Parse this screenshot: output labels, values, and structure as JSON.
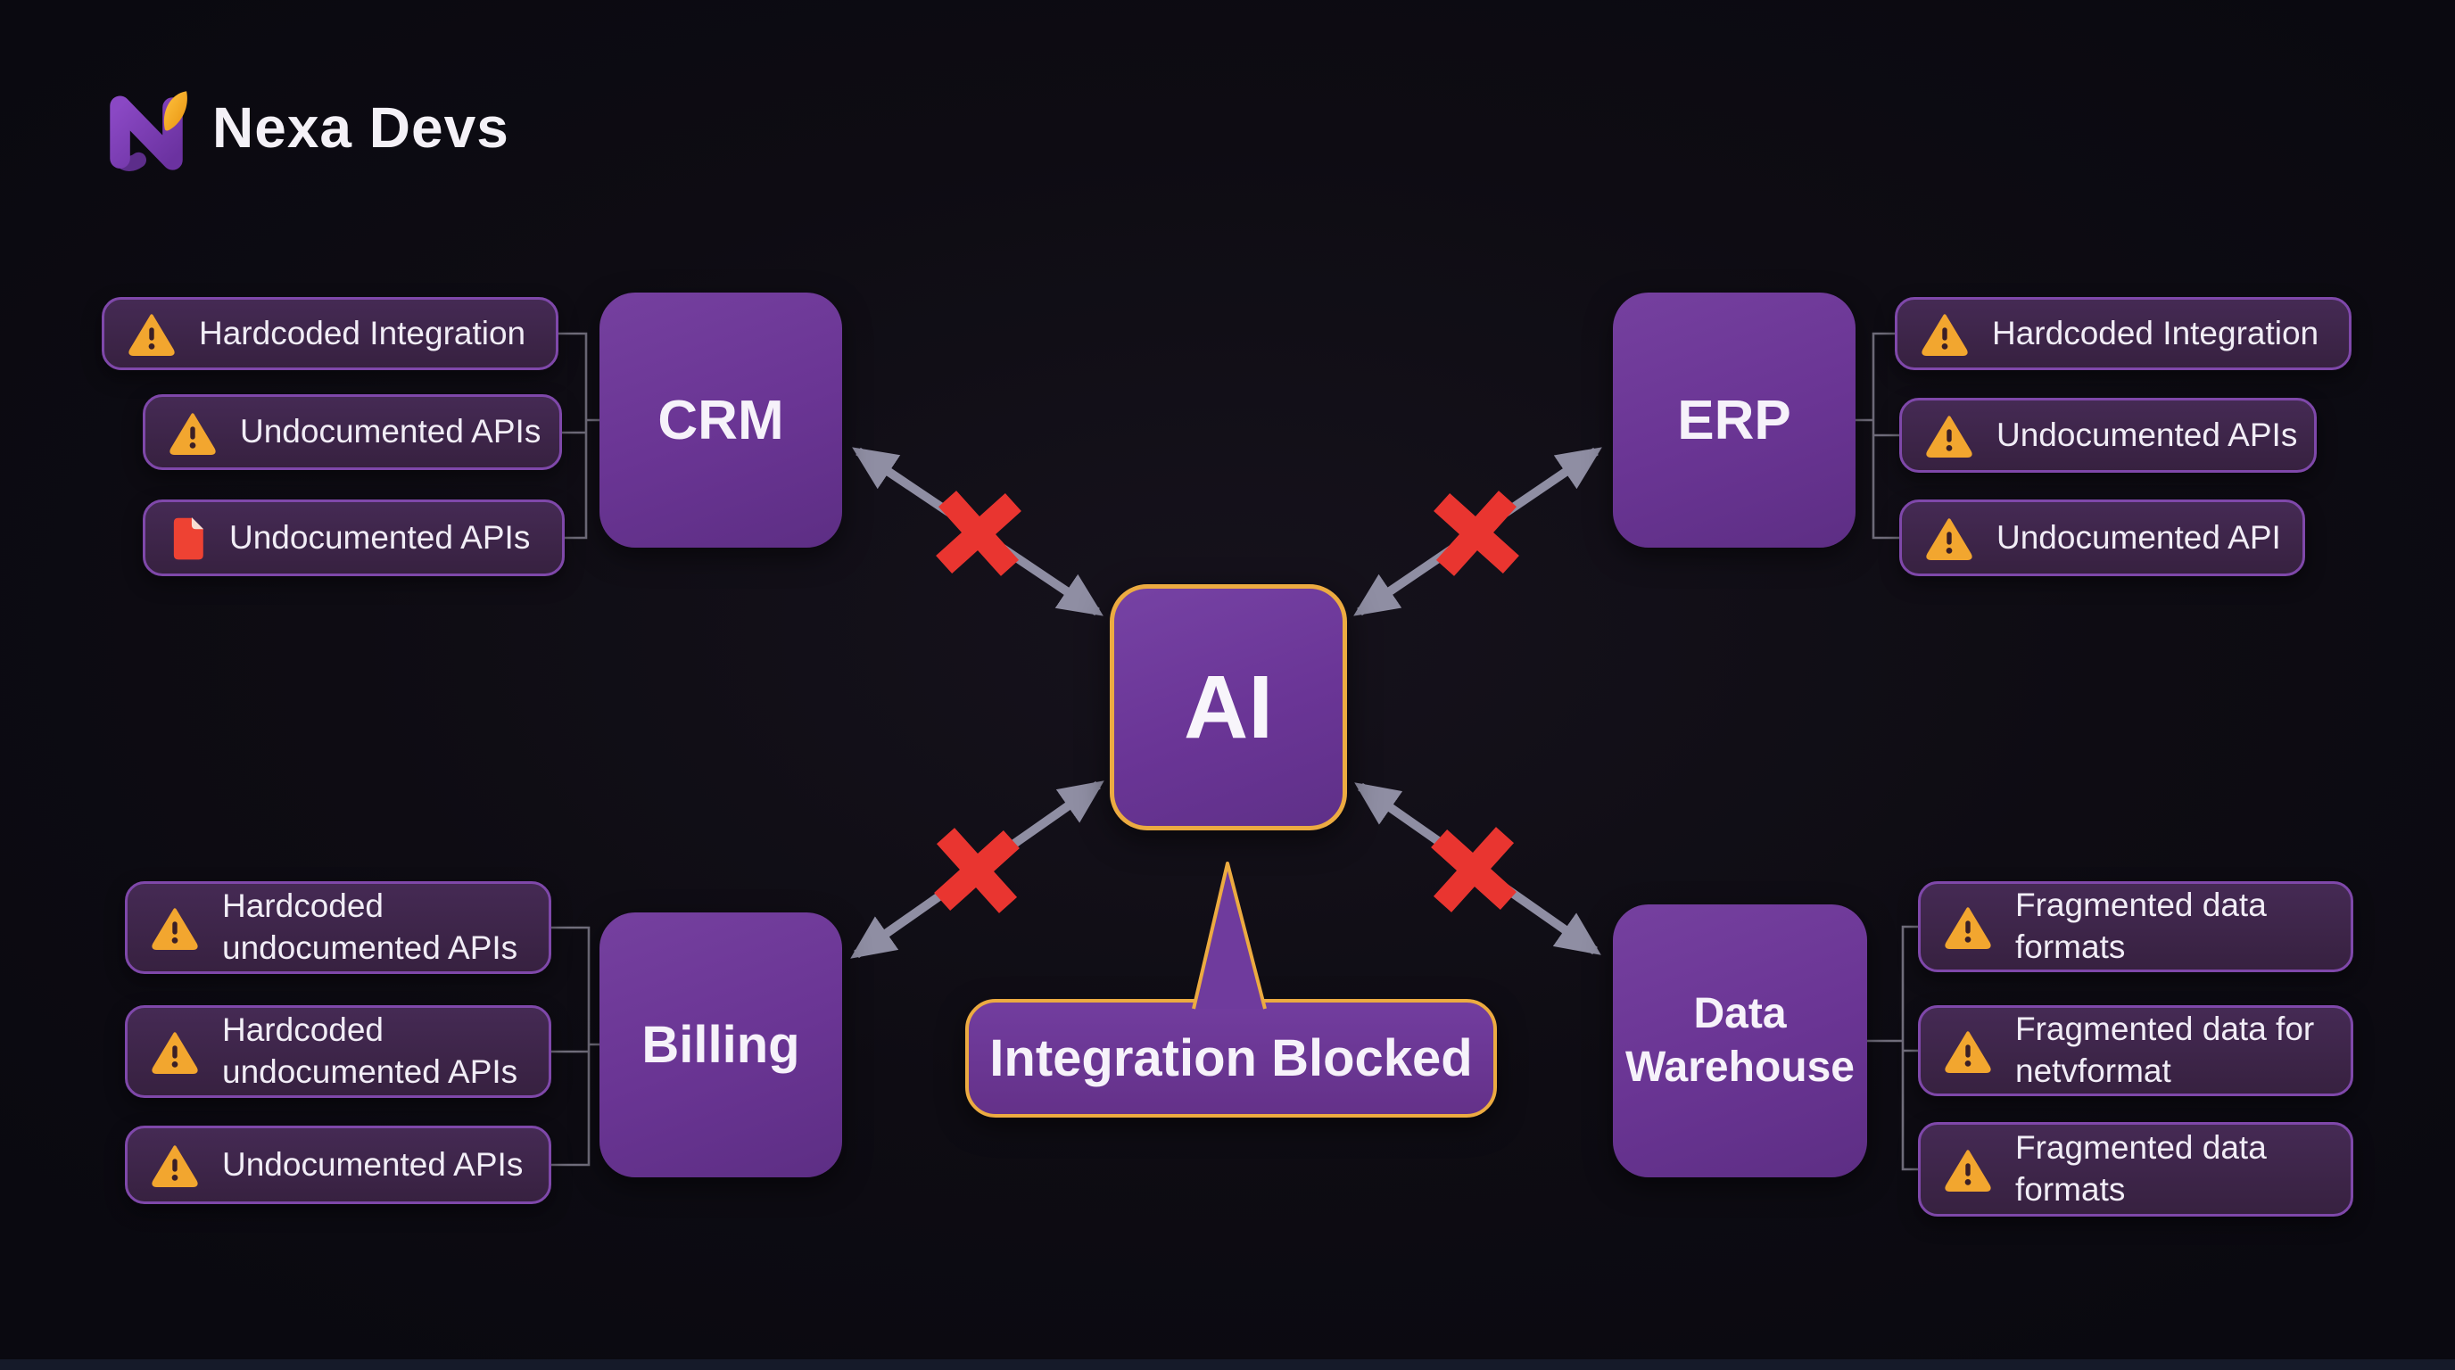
{
  "brand": {
    "name": "Nexa Devs"
  },
  "center": {
    "label": "AI"
  },
  "callout": {
    "label": "Integration Blocked"
  },
  "systems": {
    "crm": {
      "label": "CRM",
      "issues": [
        {
          "icon": "warning-icon",
          "text": "Hardcoded Integration"
        },
        {
          "icon": "warning-icon",
          "text": "Undocumented APIs"
        },
        {
          "icon": "file-icon",
          "text": "Undocumented APIs"
        }
      ]
    },
    "erp": {
      "label": "ERP",
      "issues": [
        {
          "icon": "warning-icon",
          "text": "Hardcoded Integration"
        },
        {
          "icon": "warning-icon",
          "text": "Undocumented APIs"
        },
        {
          "icon": "warning-icon",
          "text": "Undocumented API"
        }
      ]
    },
    "billing": {
      "label": "Billing",
      "issues": [
        {
          "icon": "warning-icon",
          "text": "Hardcoded undocumented APIs"
        },
        {
          "icon": "warning-icon",
          "text": "Hardcoded undocumented APIs"
        },
        {
          "icon": "warning-icon",
          "text": "Undocumented APIs"
        }
      ]
    },
    "warehouse": {
      "label": "Data Warehouse",
      "issues": [
        {
          "icon": "warning-icon",
          "text": "Fragmented data formats"
        },
        {
          "icon": "warning-icon",
          "text": "Fragmented data for netvformat"
        },
        {
          "icon": "warning-icon",
          "text": "Fragmented data formats"
        }
      ]
    }
  },
  "colors": {
    "background": "#0e0c13",
    "box_purple": "#6a3594",
    "gold_border": "#ecab41",
    "chip_background": "#3b2347",
    "chip_border": "#7f48aa",
    "arrow": "#8f8ea3",
    "blocked_x_red": "#e93530",
    "warning_amber": "#f2a62f",
    "file_red": "#ee4233",
    "text": "#f4f1f7"
  }
}
